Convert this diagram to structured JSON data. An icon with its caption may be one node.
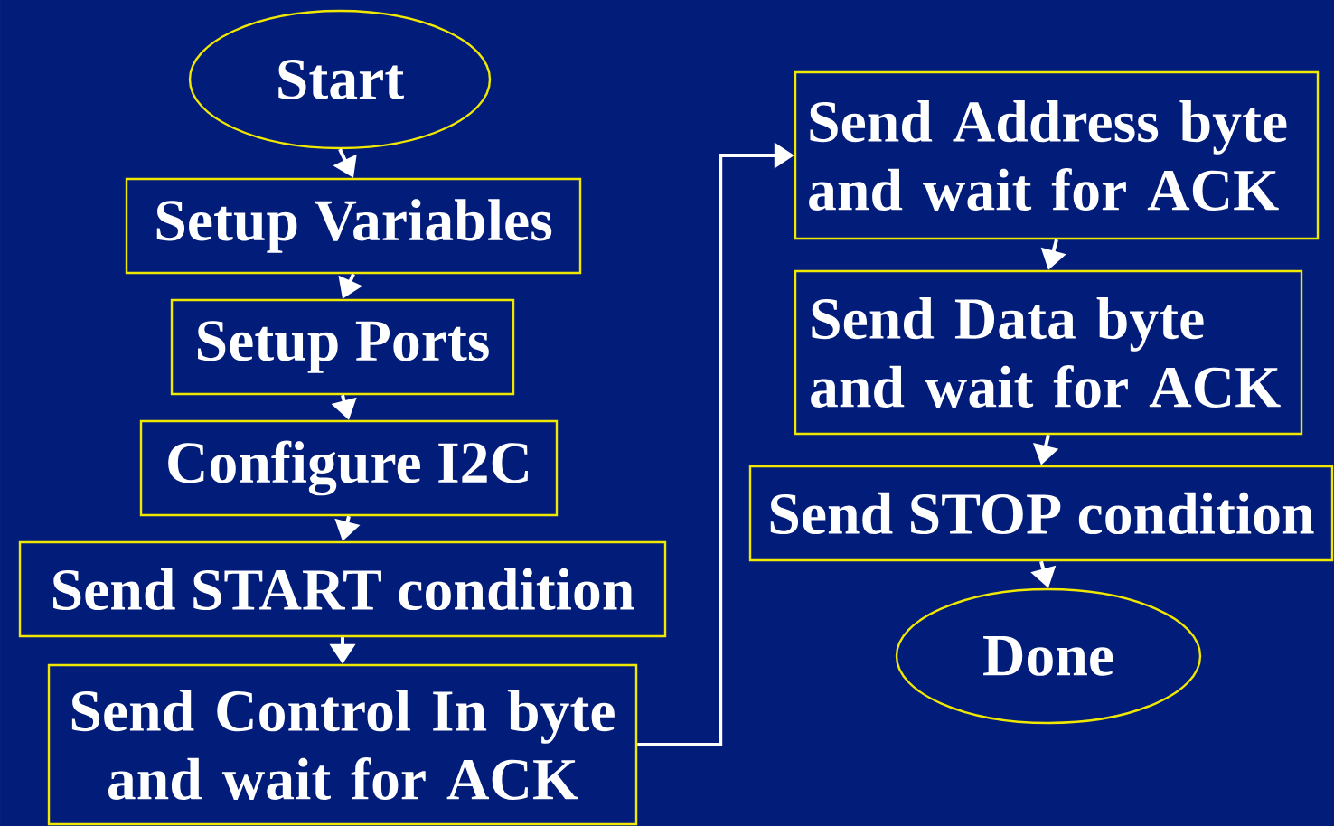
{
  "diagram": {
    "nodes": [
      {
        "text": [
          "Start"
        ]
      },
      {
        "text": [
          "Setup Variables"
        ]
      },
      {
        "text": [
          "Setup Ports"
        ]
      },
      {
        "text": [
          "Configure I2C"
        ]
      },
      {
        "text": [
          "Send START condition"
        ]
      },
      {
        "text": [
          "Send Control In byte and wait for ACK"
        ]
      },
      {
        "text": [
          "Send Address byte and wait for ACK"
        ]
      },
      {
        "text": [
          "Send Data byte and wait for ACK"
        ]
      },
      {
        "text": [
          "Send STOP condition"
        ]
      },
      {
        "text": [
          "Done"
        ]
      }
    ],
    "edges": [
      {
        "from": 0,
        "to": 1,
        "arrow": "to"
      },
      {
        "from": 1,
        "to": 2,
        "arrow": "to"
      },
      {
        "from": 2,
        "to": 3,
        "arrow": "to"
      },
      {
        "from": 3,
        "to": 4,
        "arrow": "to"
      },
      {
        "from": 4,
        "to": 5,
        "arrow": "to"
      },
      {
        "from": 5,
        "to": 6,
        "arrow": "to"
      },
      {
        "from": 6,
        "to": 7,
        "arrow": "to"
      },
      {
        "from": 7,
        "to": 8,
        "arrow": "to"
      },
      {
        "from": 8,
        "to": 9,
        "arrow": "to"
      }
    ]
  }
}
